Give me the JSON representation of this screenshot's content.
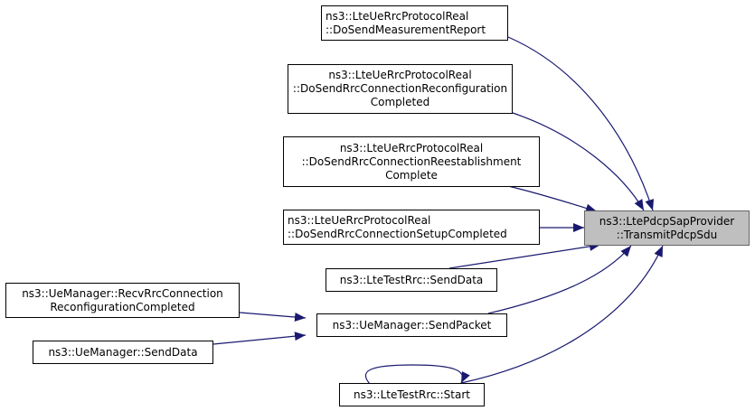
{
  "colors": {
    "edge": "#191970",
    "focus_fill": "#bfbfbf",
    "node_border": "#000000"
  },
  "nodes": {
    "target": {
      "lines": [
        "ns3::LtePdcpSapProvider",
        "::TransmitPdcpSdu"
      ]
    },
    "measrep": {
      "lines": [
        "ns3::LteUeRrcProtocolReal",
        "::DoSendMeasurementReport"
      ]
    },
    "reconf": {
      "lines": [
        "ns3::LteUeRrcProtocolReal",
        "::DoSendRrcConnectionReconfiguration",
        "Completed"
      ]
    },
    "reest": {
      "lines": [
        "ns3::LteUeRrcProtocolReal",
        "::DoSendRrcConnectionReestablishment",
        "Complete"
      ]
    },
    "setup": {
      "lines": [
        "ns3::LteUeRrcProtocolReal",
        "::DoSendRrcConnectionSetupCompleted"
      ]
    },
    "senddata": {
      "lines": [
        "ns3::LteTestRrc::SendData"
      ]
    },
    "sendpkt": {
      "lines": [
        "ns3::UeManager::SendPacket"
      ]
    },
    "start": {
      "lines": [
        "ns3::LteTestRrc::Start"
      ]
    },
    "recv": {
      "lines": [
        "ns3::UeManager::RecvRrcConnection",
        "ReconfigurationCompleted"
      ]
    },
    "uesend": {
      "lines": [
        "ns3::UeManager::SendData"
      ]
    }
  }
}
